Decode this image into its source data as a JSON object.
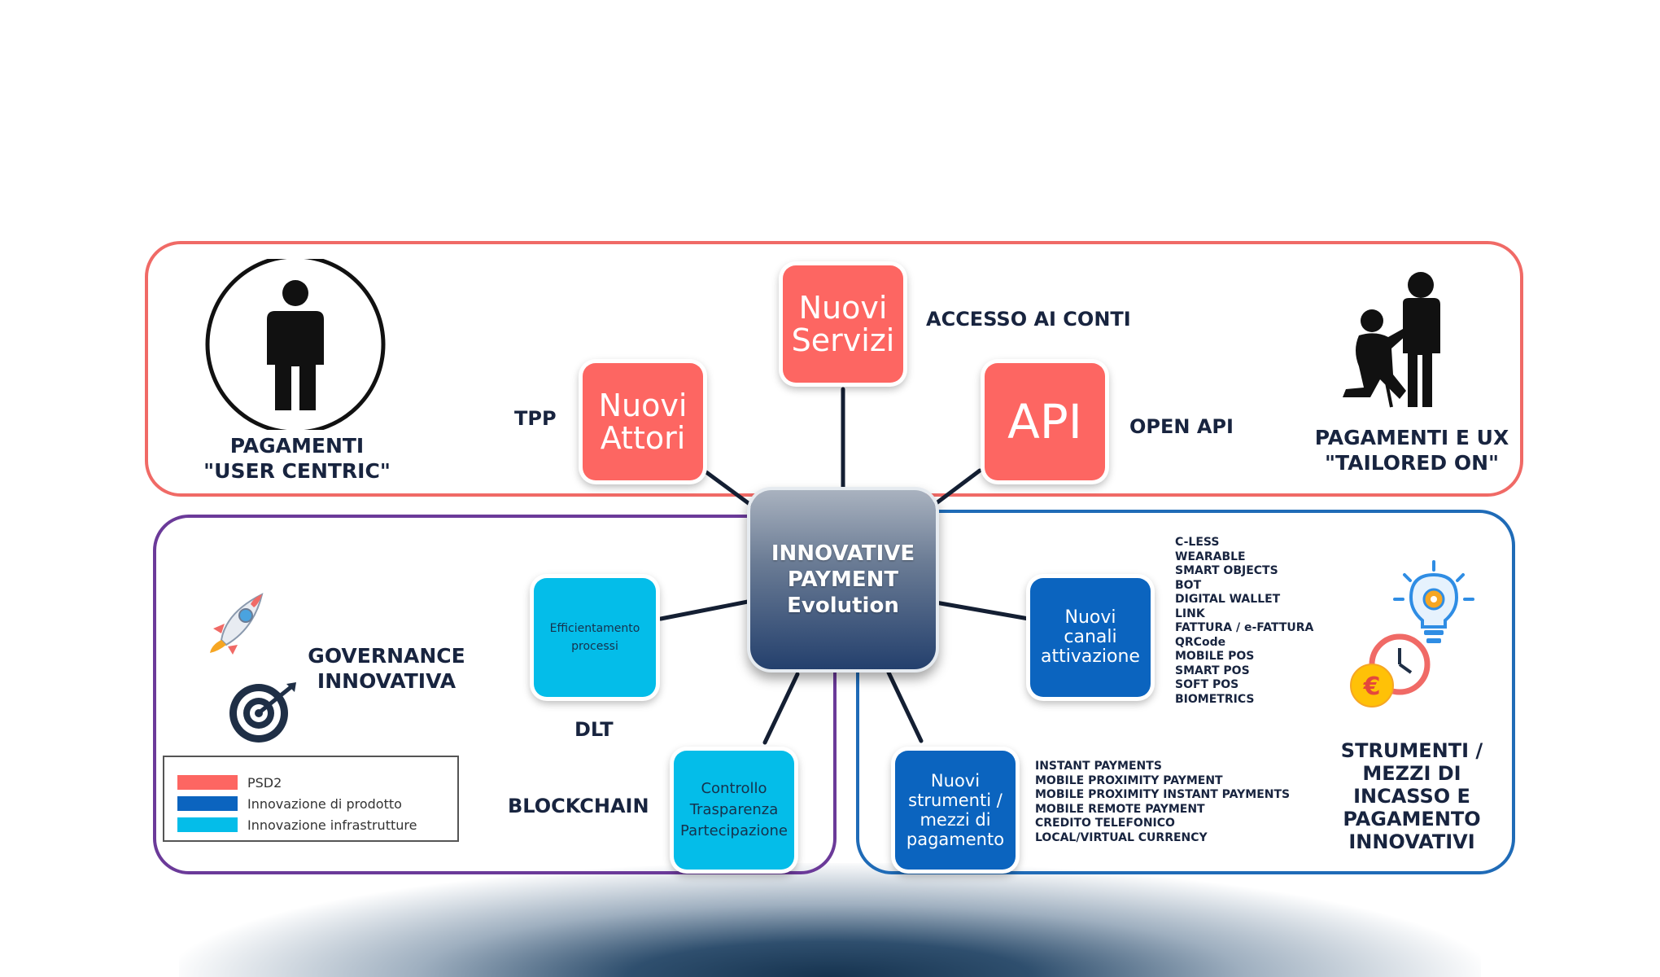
{
  "colors": {
    "red": "#fd6662",
    "navy": "#0b64bf",
    "cyan": "#04bde9",
    "region_red": "#f06a66",
    "region_purple": "#6b3a99",
    "region_blue": "#1f6bb7",
    "text": "#18243f"
  },
  "center": {
    "label": "INNOVATIVE\nPAYMENT\nEvolution"
  },
  "nodes": {
    "nuovi_servizi": "Nuovi\nServizi",
    "nuovi_attori": "Nuovi\nAttori",
    "api": "API",
    "efficientamento": "Efficientamento\nprocessi",
    "controllo": "Controllo\nTrasparenza\nPartecipazione",
    "nuovi_canali": "Nuovi\ncanali\nattivazione",
    "nuovi_strumenti": "Nuovi\nstrumenti /\nmezzi di\npagamento"
  },
  "labels": {
    "accesso_conti": "ACCESSO AI CONTI",
    "tpp": "TPP",
    "open_api": "OPEN API",
    "user_centric": "PAGAMENTI\n\"USER CENTRIC\"",
    "tailored_on": "PAGAMENTI E UX\n\"TAILORED ON\"",
    "governance": "GOVERNANCE\nINNOVATIVA",
    "dlt": "DLT",
    "blockchain": "BLOCKCHAIN",
    "strumenti_incasso": "STRUMENTI /\nMEZZI DI\nINCASSO E\nPAGAMENTO\nINNOVATIVI"
  },
  "canali_list": [
    "C-LESS",
    "WEARABLE",
    "SMART OBJECTS",
    "BOT",
    "DIGITAL WALLET",
    "LINK",
    "FATTURA / e-FATTURA",
    "QRCode",
    "MOBILE POS",
    "SMART POS",
    "SOFT POS",
    "BIOMETRICS"
  ],
  "strumenti_list": [
    "INSTANT PAYMENTS",
    "MOBILE PROXIMITY PAYMENT",
    "MOBILE PROXIMITY INSTANT PAYMENTS",
    "MOBILE REMOTE PAYMENT",
    "CREDITO TELEFONICO",
    "LOCAL/VIRTUAL CURRENCY"
  ],
  "legend": {
    "items": [
      {
        "label": "PSD2",
        "color": "#fd6662"
      },
      {
        "label": "Innovazione di prodotto",
        "color": "#0b64bf"
      },
      {
        "label": "Innovazione infrastrutture",
        "color": "#04bde9"
      }
    ]
  },
  "icons": {
    "person": "person-icon",
    "tailor": "tailor-icon",
    "rocket": "rocket-icon",
    "target": "target-icon",
    "lightbulb": "lightbulb-gear-icon",
    "clock_euro": "clock-euro-icon"
  }
}
